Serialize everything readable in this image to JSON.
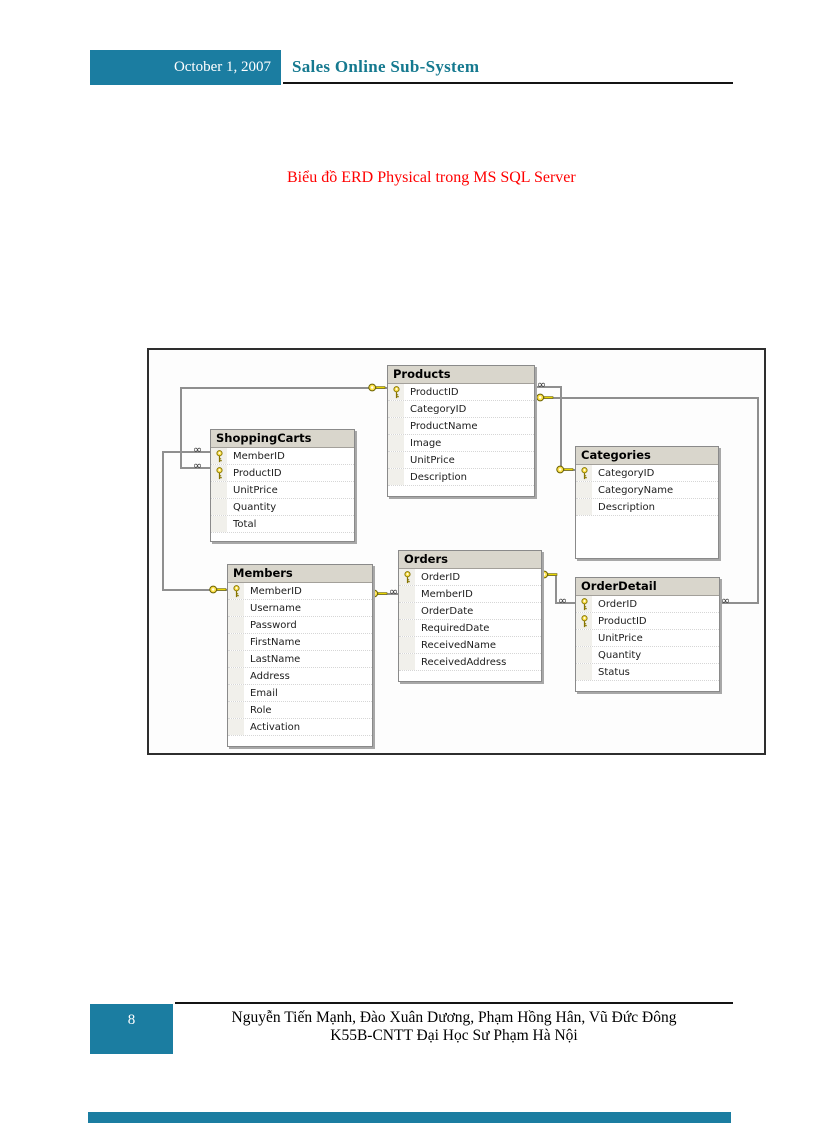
{
  "header": {
    "date": "October 1, 2007",
    "title": "Sales Online Sub-System"
  },
  "title": "Biểu đồ ERD Physical trong MS SQL Server",
  "erd": {
    "symbols": {
      "many": "∞"
    },
    "tables": [
      {
        "name": "Products",
        "columns": [
          {
            "name": "ProductID",
            "pk": true
          },
          {
            "name": "CategoryID",
            "pk": false
          },
          {
            "name": "ProductName",
            "pk": false
          },
          {
            "name": "Image",
            "pk": false
          },
          {
            "name": "UnitPrice",
            "pk": false
          },
          {
            "name": "Description",
            "pk": false
          }
        ]
      },
      {
        "name": "ShoppingCarts",
        "columns": [
          {
            "name": "MemberID",
            "pk": true
          },
          {
            "name": "ProductID",
            "pk": true
          },
          {
            "name": "UnitPrice",
            "pk": false
          },
          {
            "name": "Quantity",
            "pk": false
          },
          {
            "name": "Total",
            "pk": false
          }
        ]
      },
      {
        "name": "Categories",
        "columns": [
          {
            "name": "CategoryID",
            "pk": true
          },
          {
            "name": "CategoryName",
            "pk": false
          },
          {
            "name": "Description",
            "pk": false
          }
        ]
      },
      {
        "name": "Members",
        "columns": [
          {
            "name": "MemberID",
            "pk": true
          },
          {
            "name": "Username",
            "pk": false
          },
          {
            "name": "Password",
            "pk": false
          },
          {
            "name": "FirstName",
            "pk": false
          },
          {
            "name": "LastName",
            "pk": false
          },
          {
            "name": "Address",
            "pk": false
          },
          {
            "name": "Email",
            "pk": false
          },
          {
            "name": "Role",
            "pk": false
          },
          {
            "name": "Activation",
            "pk": false
          }
        ]
      },
      {
        "name": "Orders",
        "columns": [
          {
            "name": "OrderID",
            "pk": true
          },
          {
            "name": "MemberID",
            "pk": false
          },
          {
            "name": "OrderDate",
            "pk": false
          },
          {
            "name": "RequiredDate",
            "pk": false
          },
          {
            "name": "ReceivedName",
            "pk": false
          },
          {
            "name": "ReceivedAddress",
            "pk": false
          }
        ]
      },
      {
        "name": "OrderDetail",
        "columns": [
          {
            "name": "OrderID",
            "pk": true
          },
          {
            "name": "ProductID",
            "pk": true
          },
          {
            "name": "UnitPrice",
            "pk": false
          },
          {
            "name": "Quantity",
            "pk": false
          },
          {
            "name": "Status",
            "pk": false
          }
        ]
      }
    ],
    "relations": [
      {
        "pk": "Products.ProductID",
        "fk": "ShoppingCarts.ProductID"
      },
      {
        "pk": "Members.MemberID",
        "fk": "ShoppingCarts.MemberID"
      },
      {
        "pk": "Members.MemberID",
        "fk": "Orders.MemberID"
      },
      {
        "pk": "Orders.OrderID",
        "fk": "OrderDetail.OrderID"
      },
      {
        "pk": "Categories.CategoryID",
        "fk": "Products.CategoryID"
      },
      {
        "pk": "Products.ProductID",
        "fk": "OrderDetail.ProductID"
      }
    ]
  },
  "footer": {
    "page_number": "8",
    "authors": "Nguyễn Tiến Mạnh, Đào Xuân Dương, Phạm Hồng Hân, Vũ Đức Đông",
    "institution": "K55B-CNTT Đại Học Sư Phạm Hà Nội"
  },
  "colors": {
    "accent_teal": "#1b7da1",
    "title_red": "#ff0000",
    "table_header_bg": "#d9d6cc",
    "connector_gray": "#8f8f8f"
  }
}
